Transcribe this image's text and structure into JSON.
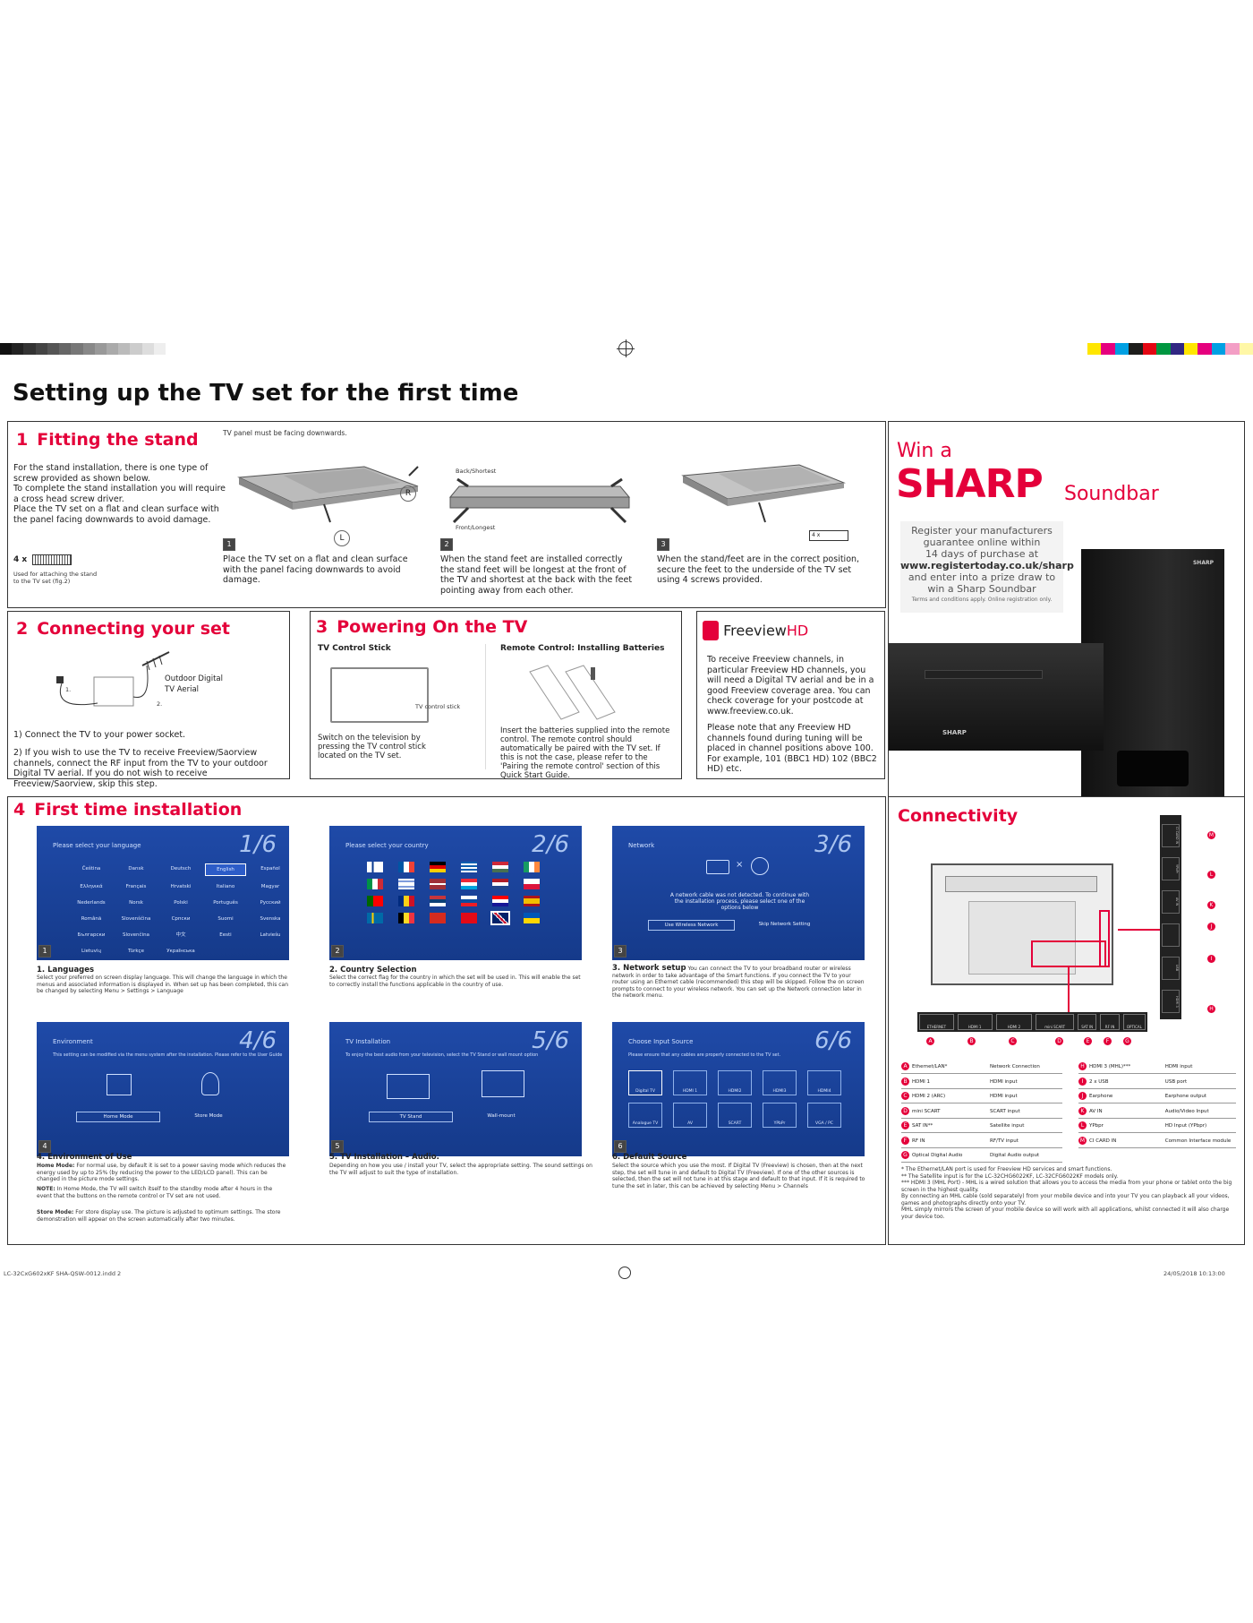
{
  "footer": {
    "left": "LC-32CxG602xKF SHA-QSW-0012.indd   2",
    "right": "24/05/2018   10:13:00"
  },
  "colors": {
    "accent": "#e4003a",
    "screen": "#1f4aa8"
  },
  "title": "Setting up the TV set for the first time",
  "section1": {
    "num": "1",
    "title": "Fitting the stand",
    "note": "TV panel must be facing downwards.",
    "intro": "For the stand installation, there is one type of screw provided as shown below.\nTo complete the stand installation you will require a cross head screw driver.\nPlace the TV set on a flat and clean surface with the panel facing downwards to avoid damage.",
    "screw_count": "4 x",
    "screw_note": "Used for attaching the stand to the TV set (fig.2)",
    "letter_r": "R",
    "letter_l": "L",
    "back": "Back/Shortest",
    "front": "Front/Longest",
    "four_x": "4 x",
    "steps": [
      {
        "num": "1",
        "text": "Place the TV set on a flat and clean surface with the panel facing downwards to avoid damage."
      },
      {
        "num": "2",
        "text": "When the stand feet are installed correctly the stand feet will be longest at the front of the TV and shortest at the back with the feet pointing away from each other."
      },
      {
        "num": "3",
        "text": "When the stand/feet are in the correct position, secure the feet to the underside of the TV set using 4 screws provided."
      }
    ]
  },
  "promo": {
    "win": "Win a",
    "brand": "SHARP",
    "product": "Soundbar",
    "lines": [
      "Register your manufacturers",
      "guarantee online within",
      "14 days of purchase  at"
    ],
    "url": "www.registertoday.co.uk/sharp",
    "lines2": [
      "and enter into a prize draw to",
      "win a Sharp Soundbar"
    ],
    "terms": "Terms and conditions apply. Online registration only.",
    "sub_logo": "SHARP",
    "bar_logo": "SHARP"
  },
  "section2": {
    "num": "2",
    "title": "Connecting your set",
    "aerial": "Outdoor Digital\nTV Aerial",
    "l1": "1.",
    "l2": "2.",
    "p1": "1) Connect the TV to your power socket.",
    "p2": "2) If you wish to use the TV to receive Freeview/Saorview channels, connect the RF input from the TV to your outdoor Digital TV aerial. If you do not wish to receive Freeview/Saorview, skip this step."
  },
  "section3": {
    "num": "3",
    "title": "Powering On the TV",
    "left_head": "TV Control Stick",
    "stick_label": "TV control stick",
    "left_text": "Switch on the television by pressing the TV control stick located on the TV set.",
    "right_head": "Remote Control: Installing Batteries",
    "right_text": "Insert the batteries supplied into the remote control. The remote control should automatically be paired with the TV set. If this is not the case, please refer to the 'Pairing the remote control' section of this Quick Start Guide."
  },
  "freeview": {
    "logo_a": "Freeview",
    "logo_b": "HD",
    "p1": "To receive Freeview channels, in particular Freeview HD channels, you will need a Digital TV aerial and be in a good Freeview coverage area. You can check coverage for your postcode at www.freeview.co.uk.",
    "p2": "Please note that any Freeview HD channels found during tuning will be placed in channel positions above 100. For example, 101 (BBC1 HD) 102 (BBC2 HD) etc."
  },
  "section4": {
    "num": "4",
    "title": "First time installation",
    "screens": [
      {
        "num": "1",
        "title": "Please select your language",
        "big": "1/6",
        "langs": [
          "Čeština",
          "Dansk",
          "Deutsch",
          "English",
          "Español",
          "Ελληνικά",
          "Français",
          "Hrvatski",
          "Italiano",
          "Magyar",
          "Nederlands",
          "Norsk",
          "Polski",
          "Português",
          "Русский",
          "Română",
          "Slovenščina",
          "Cрпски",
          "Suomi",
          "Svenska",
          "Български",
          "Slovenčina",
          "中文",
          "Eesti",
          "Latviešu",
          "Lietuvių",
          "Türkçe",
          "Українська"
        ],
        "cap_title": "1. Languages",
        "cap": "Select your preferred on screen display language.  This will change the language in which the menus and associated information is displayed in.  When set up has been completed, this can be changed by selecting Menu > Settings > Language"
      },
      {
        "num": "2",
        "title": "Please select your country",
        "big": "2/6",
        "cap_title": "2. Country Selection",
        "cap": "Select the correct flag for the country in which the set will be used in. This will enable the set to correctly install the functions applicable in the country of use."
      },
      {
        "num": "3",
        "title": "Network",
        "big": "3/6",
        "msg": "A network cable was not detected. To continue with the installation process, please select one of the options below",
        "b1": "Use Wireless Network",
        "b2": "Skip Network Setting",
        "cap_title": "3. Network setup",
        "cap": "You can connect the TV to your broadband router or wireless network in order to take advantage of the Smart functions. If you connect the TV to your router using an Ethernet cable (recommended) this step will be skipped. Follow the on screen prompts to connect to your wireless network. You can set up the Network connection later in the network menu."
      },
      {
        "num": "4",
        "title": "Environment",
        "big": "4/6",
        "sub": "This setting can be modified via the menu system after the installation. Please refer to the User Guide",
        "b1": "Home Mode",
        "b2": "Store Mode",
        "cap_title": "4. Environment of Use",
        "cap_a_b": "Home Mode:",
        "cap_a": " For normal use, by default it is set to a power saving mode which reduces the energy used by up to 25% (by reducing the power to the LED/LCD panel). This can be changed in the picture mode settings.",
        "cap_b_b": "NOTE:",
        "cap_b": " In Home Mode, the TV will switch itself to the standby mode after 4 hours in the event that the buttons on the remote control or TV set are not used.",
        "cap_c_b": "Store Mode:",
        "cap_c": " For store display use. The picture is adjusted to optimum settings. The store demonstration will appear on the screen automatically after two minutes."
      },
      {
        "num": "5",
        "title": "TV Installation",
        "big": "5/6",
        "sub": "To enjoy the best audio from your television, select the TV Stand or wall mount option",
        "b1": "TV Stand",
        "b2": "Wall-mount",
        "cap_title": "5. TV Installation – Audio.",
        "cap": "Depending on how you use / install your TV, select the appropriate setting. The sound settings on the TV will adjust to suit the type of installation."
      },
      {
        "num": "6",
        "title": "Choose Input Source",
        "big": "6/6",
        "sub": "Please ensure that any cables are properly connected to the TV set.",
        "tiles": [
          "Digital TV",
          "HDMI 1",
          "HDMI2",
          "HDMI3",
          "HDMI4",
          "Analogue TV",
          "AV",
          "SCART",
          "YPbPr",
          "VGA / PC"
        ],
        "cap_title": "6. Default Source",
        "cap": "Select the source which you use the most. If Digital TV (Freeview) is chosen, then at the next step, the set will tune in and default to Digital TV (Freeview). If one of the other sources is selected, then the set will not tune in at this stage and default to that input. If it is required to tune the set in later, this can be achieved by selecting Menu > Channels"
      }
    ]
  },
  "connectivity": {
    "title": "Connectivity",
    "port_labels": [
      "ETHERNET",
      "HDMI 1",
      "HDMI 2",
      "mini SCART",
      "SAT IN",
      "RF IN",
      "OPTICAL"
    ],
    "bottom_letters": [
      "A",
      "B",
      "C",
      "D",
      "E",
      "F",
      "G"
    ],
    "side_letters": [
      "M",
      "L",
      "K",
      "J",
      "I",
      "H"
    ],
    "rows_left": [
      {
        "k": "A",
        "name": "Ethernet/LAN*",
        "desc": "Network Connection"
      },
      {
        "k": "B",
        "name": "HDMI 1",
        "desc": "HDMI input"
      },
      {
        "k": "C",
        "name": "HDMI 2 (ARC)",
        "desc": "HDMI input"
      },
      {
        "k": "D",
        "name": "mini SCART",
        "desc": "SCART input"
      },
      {
        "k": "E",
        "name": "SAT IN**",
        "desc": "Satellite input"
      },
      {
        "k": "F",
        "name": "RF IN",
        "desc": "RF/TV input"
      },
      {
        "k": "G",
        "name": "Optical Digital Audio",
        "desc": "Digital Audio output"
      }
    ],
    "rows_right": [
      {
        "k": "H",
        "name": "HDMI 3 (MHL)***",
        "desc": "HDMI input"
      },
      {
        "k": "I",
        "name": "2 x USB",
        "desc": "USB port"
      },
      {
        "k": "J",
        "name": "Earphone",
        "desc": "Earphone output"
      },
      {
        "k": "K",
        "name": "AV IN",
        "desc": "Audio/Video Input"
      },
      {
        "k": "L",
        "name": "YPbpr",
        "desc": "HD Input (YPbpr)"
      },
      {
        "k": "M",
        "name": "CI CARD IN",
        "desc": "Common Interface module"
      }
    ],
    "notes": [
      "* The Ethernet/LAN port is used for Freeview HD services and smart functions.",
      "** The Satellite input is for the LC-32CHG6022KF, LC-32CFG6022KF models only.",
      "*** HDMI 3 (MHL Port) - MHL is a wired solution that allows you to access the media from your phone or tablet onto the big screen in the highest quality.",
      "By connecting an MHL cable (sold separately) from your mobile device and into your TV you can playback all your videos, games and photographs directly onto your TV.",
      "MHL simply mirrors the screen of your mobile device so will work with all applications, whilst connected it will also charge your device too."
    ],
    "side_ports": [
      "CI CARD IN",
      "YPbPr",
      "AV IN",
      "",
      "USB",
      "HDMI 3"
    ]
  }
}
